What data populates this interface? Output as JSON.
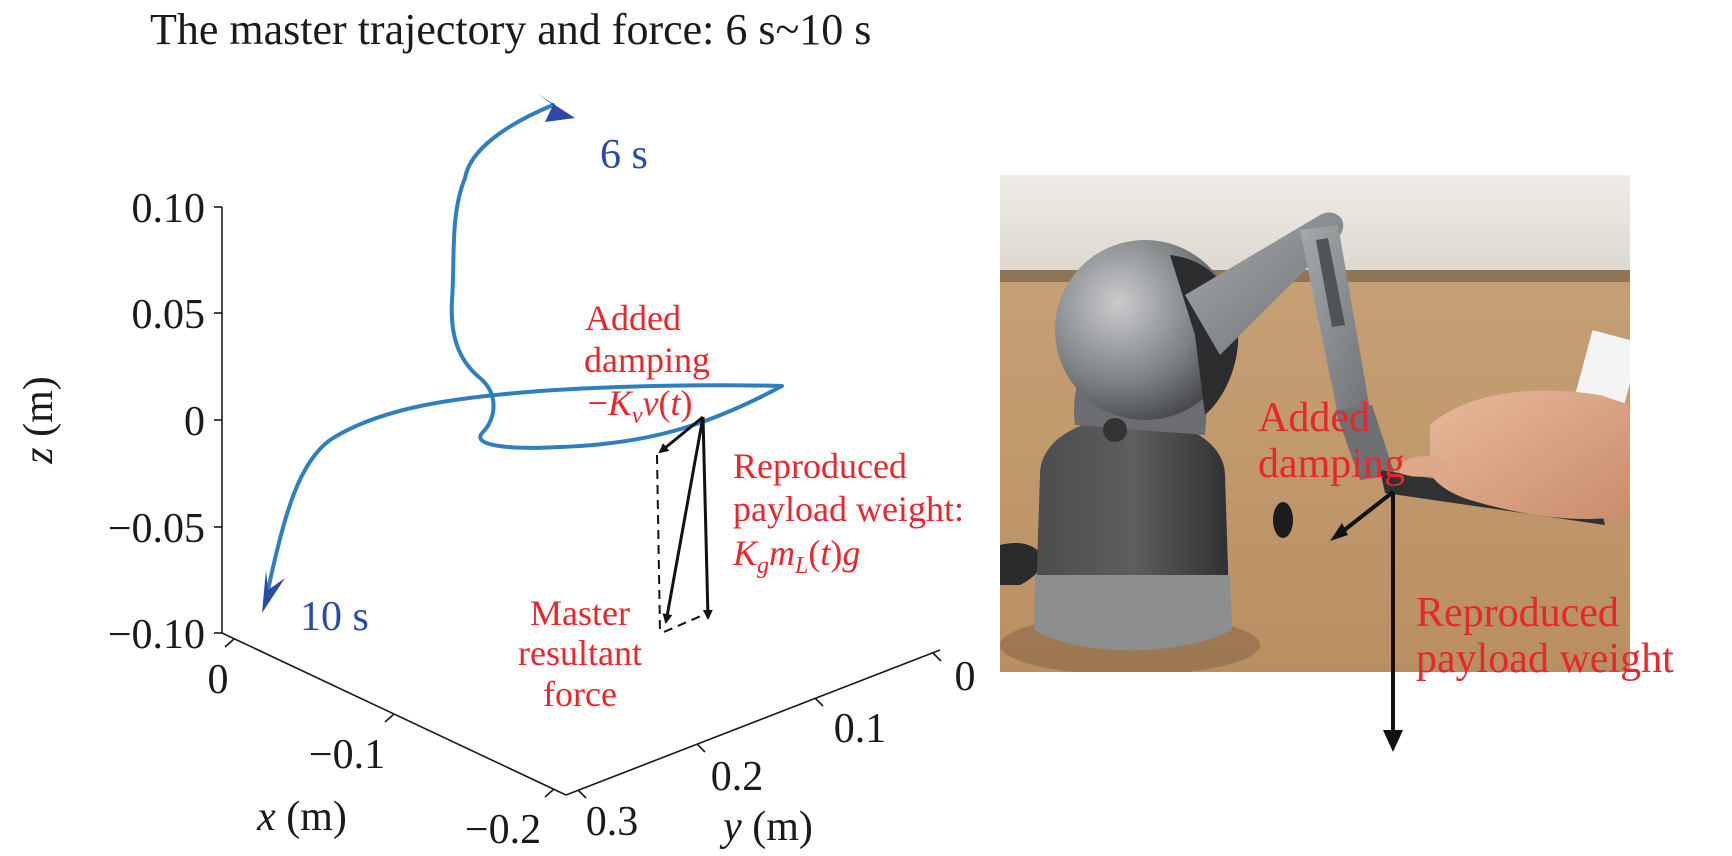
{
  "title": "The master trajectory and force: 6 s~10 s",
  "colors": {
    "trajectory": "#2f7fc0",
    "time_label": "#2b4aa8",
    "annotation": "#e8262b",
    "axis": "#1a1a1a",
    "arrow": "#111111"
  },
  "plot3d": {
    "z_axis": {
      "label_var": "z",
      "label_unit": "(m)",
      "ticks": [
        "0.10",
        "0.05",
        "0",
        "−0.05",
        "−0.10"
      ]
    },
    "x_axis": {
      "label_var": "x",
      "label_unit": "(m)",
      "ticks": [
        "0",
        "−0.1",
        "−0.2"
      ]
    },
    "y_axis": {
      "label_var": "y",
      "label_unit": "(m)",
      "ticks": [
        "0",
        "0.1",
        "0.2",
        "0.3"
      ]
    },
    "time_start": "6 s",
    "time_end": "10 s",
    "annotations": {
      "damping_line1": "Added",
      "damping_line2": "damping",
      "damping_formula": {
        "minus": "−",
        "K": "K",
        "v_sub": "v",
        "v": "v",
        "t_open": "(",
        "t": "t",
        "t_close": ")"
      },
      "weight_line1": "Reproduced",
      "weight_line2": "payload weight:",
      "weight_formula": {
        "K": "K",
        "g_sub": "g",
        "m": "m",
        "L_sub": "L",
        "t_open": "(",
        "t": "t",
        "t_close": ")",
        "g": "g"
      },
      "resultant_line1": "Master",
      "resultant_line2": "resultant",
      "resultant_line3": "force"
    }
  },
  "photo": {
    "device_icon": "haptic-device-illustration",
    "damping_label_line1": "Added",
    "damping_label_line2": "damping",
    "weight_label_line1": "Reproduced",
    "weight_label_line2": "payload weight"
  }
}
